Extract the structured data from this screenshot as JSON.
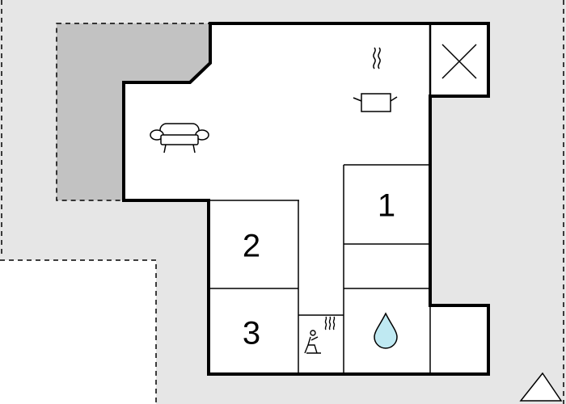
{
  "floorplan": {
    "colors": {
      "background": "#ffffff",
      "terrain": "#e6e6e6",
      "terrace": "#c2c2c2",
      "interior": "#ffffff",
      "wall": "#000000",
      "water": "#bfe9f2"
    },
    "rooms": [
      {
        "id": "bedroom-1",
        "label": "1"
      },
      {
        "id": "bedroom-2",
        "label": "2"
      },
      {
        "id": "bedroom-3",
        "label": "3"
      }
    ],
    "icons": [
      "sofa-icon",
      "cooking-pot-icon",
      "sauna-icon",
      "water-drop-icon",
      "void-cross-icon",
      "north-arrow-icon"
    ]
  }
}
